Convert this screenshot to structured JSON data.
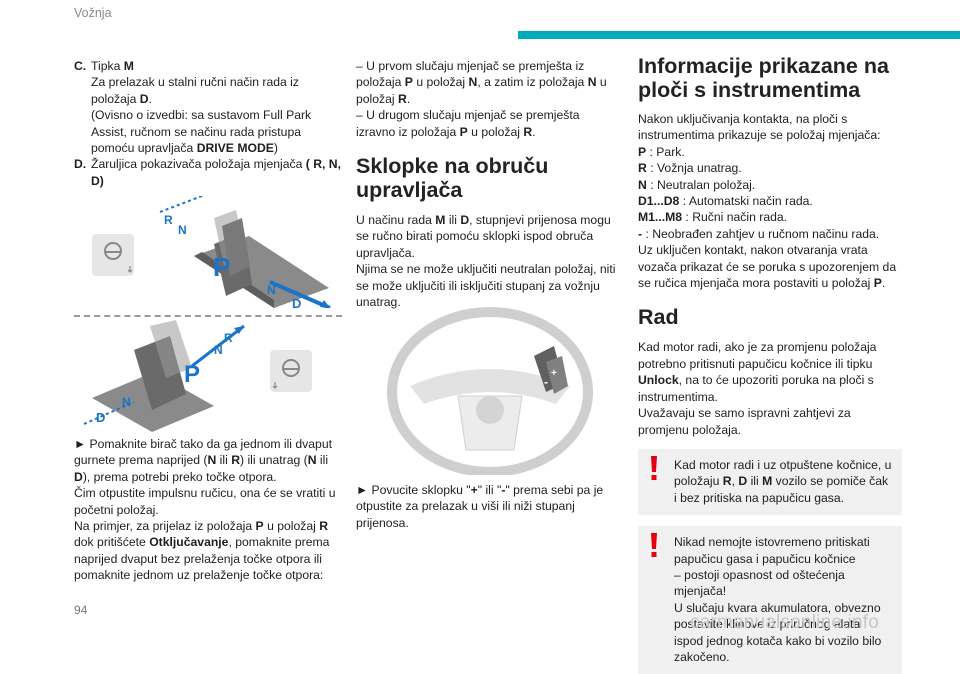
{
  "header": {
    "section": "Vožnja"
  },
  "footer": {
    "page_number": "94",
    "watermark": "carmanualsonline.info"
  },
  "col1": {
    "items": [
      {
        "key": "C.",
        "lines": [
          [
            {
              "t": "Tipka "
            },
            {
              "b": "M"
            }
          ],
          [
            {
              "t": "Za prelazak u stalni ručni način rada iz položaja "
            },
            {
              "b": "D"
            },
            {
              "t": "."
            }
          ],
          [
            {
              "t": "(Ovisno o izvedbi: sa sustavom Full Park Assist, ručnom se načinu rada pristupa pomoću upravljača "
            },
            {
              "b": "DRIVE MODE"
            },
            {
              "t": ")"
            }
          ]
        ]
      },
      {
        "key": "D.",
        "lines": [
          [
            {
              "t": "Žaruljica pokazivača položaja mjenjača "
            },
            {
              "b": "( R, N, D)"
            }
          ]
        ]
      }
    ],
    "fig_letters": {
      "P": "P",
      "R": "R",
      "N": "N",
      "D": "D"
    },
    "paragraph": [
      [
        {
          "t": "► Pomaknite birač tako da ga jednom ili dvaput gurnete prema naprijed ("
        },
        {
          "b": "N"
        },
        {
          "t": " ili "
        },
        {
          "b": "R"
        },
        {
          "t": ") ili unatrag ("
        },
        {
          "b": "N"
        },
        {
          "t": " ili "
        },
        {
          "b": "D"
        },
        {
          "t": "), prema potrebi preko točke otpora."
        }
      ],
      [
        {
          "t": "Čim otpustite impulsnu ručicu, ona će se vratiti u početni položaj."
        }
      ],
      [
        {
          "t": "Na primjer, za prijelaz iz položaja "
        },
        {
          "b": "P"
        },
        {
          "t": " u položaj "
        },
        {
          "b": "R"
        },
        {
          "t": " dok pritišćete "
        },
        {
          "b": "Otključavanje"
        },
        {
          "t": ", pomaknite prema naprijed dvaput bez prelaženja točke otpora ili pomaknite jednom uz prelaženje točke otpora:"
        }
      ]
    ]
  },
  "col2": {
    "intro": [
      [
        {
          "t": "– U prvom slučaju mjenjač se premješta iz položaja "
        },
        {
          "b": "P"
        },
        {
          "t": " u položaj "
        },
        {
          "b": "N"
        },
        {
          "t": ", a zatim iz položaja "
        },
        {
          "b": "N"
        },
        {
          "t": " u položaj "
        },
        {
          "b": "R"
        },
        {
          "t": "."
        }
      ],
      [
        {
          "t": "– U drugom slučaju mjenjač se premješta izravno iz položaja "
        },
        {
          "b": "P"
        },
        {
          "t": " u položaj "
        },
        {
          "b": "R"
        },
        {
          "t": "."
        }
      ]
    ],
    "heading": "Sklopke na obruču upravljača",
    "body": [
      [
        {
          "t": "U načinu rada "
        },
        {
          "b": "M"
        },
        {
          "t": " ili "
        },
        {
          "b": "D"
        },
        {
          "t": ", stupnjevi prijenosa mogu se ručno birati pomoću sklopki ispod obruča upravljača."
        }
      ],
      [
        {
          "t": "Njima se ne može uključiti neutralan položaj, niti se može uključiti ili isključiti stupanj za vožnju unatrag."
        }
      ]
    ],
    "wheel_signs": {
      "plus": "+",
      "minus": "-"
    },
    "after_figure": [
      [
        {
          "t": "► Povucite sklopku \""
        },
        {
          "b": "+"
        },
        {
          "t": "\" ili \""
        },
        {
          "b": "-"
        },
        {
          "t": "\" prema sebi pa je otpustite za prelazak u viši ili niži stupanj prijenosa."
        }
      ]
    ]
  },
  "col3": {
    "heading_info": "Informacije prikazane na ploči s instrumentima",
    "info": [
      [
        {
          "t": "Nakon uključivanja kontakta, na ploči s instrumentima prikazuje se položaj mjenjača:"
        }
      ],
      [
        {
          "b": "P"
        },
        {
          "t": " : Park."
        }
      ],
      [
        {
          "b": "R"
        },
        {
          "t": " : Vožnja unatrag."
        }
      ],
      [
        {
          "b": "N"
        },
        {
          "t": " : Neutralan položaj."
        }
      ],
      [
        {
          "b": "D1...D8"
        },
        {
          "t": " : Automatski način rada."
        }
      ],
      [
        {
          "b": "M1...M8"
        },
        {
          "t": " : Ručni način rada."
        }
      ],
      [
        {
          "b": "-"
        },
        {
          "t": " : Neobrađen zahtjev u ručnom načinu rada."
        }
      ],
      [
        {
          "t": "Uz uključen kontakt, nakon otvaranja vrata vozača prikazat će se poruka s upozorenjem da se ručica mjenjača mora postaviti u položaj "
        },
        {
          "b": "P"
        },
        {
          "t": "."
        }
      ]
    ],
    "heading_rad": "Rad",
    "rad": [
      [
        {
          "t": "Kad motor radi, ako je za promjenu položaja potrebno pritisnuti papučicu kočnice ili tipku "
        },
        {
          "b": "Unlock"
        },
        {
          "t": ", na to će upozoriti poruka na ploči s instrumentima."
        }
      ],
      [
        {
          "t": "Uvažavaju se samo ispravni zahtjevi za promjenu položaja."
        }
      ]
    ],
    "warning1": [
      [
        {
          "t": "Kad motor radi i uz otpuštene kočnice, u položaju "
        },
        {
          "b": "R"
        },
        {
          "t": ", "
        },
        {
          "b": "D"
        },
        {
          "t": " ili "
        },
        {
          "b": "M"
        },
        {
          "t": " vozilo se pomiče čak i bez pritiska na papučicu gasa."
        }
      ]
    ],
    "warning2": [
      [
        {
          "t": "Nikad nemojte istovremeno pritiskati papučicu gasa i papučicu kočnice"
        }
      ],
      [
        {
          "t": "– postoji opasnost od oštećenja mjenjača!"
        }
      ],
      [
        {
          "t": "U slučaju kvara akumulatora, obvezno postavite klinove iz priručnog alata ispod jednog kotača kako bi vozilo bilo zakočeno."
        }
      ]
    ],
    "warning_color": "#e3000f"
  },
  "colors": {
    "accent": "#00aabd",
    "figure_blue": "#1b74c7",
    "figure_grey": "#6e6e6e"
  }
}
